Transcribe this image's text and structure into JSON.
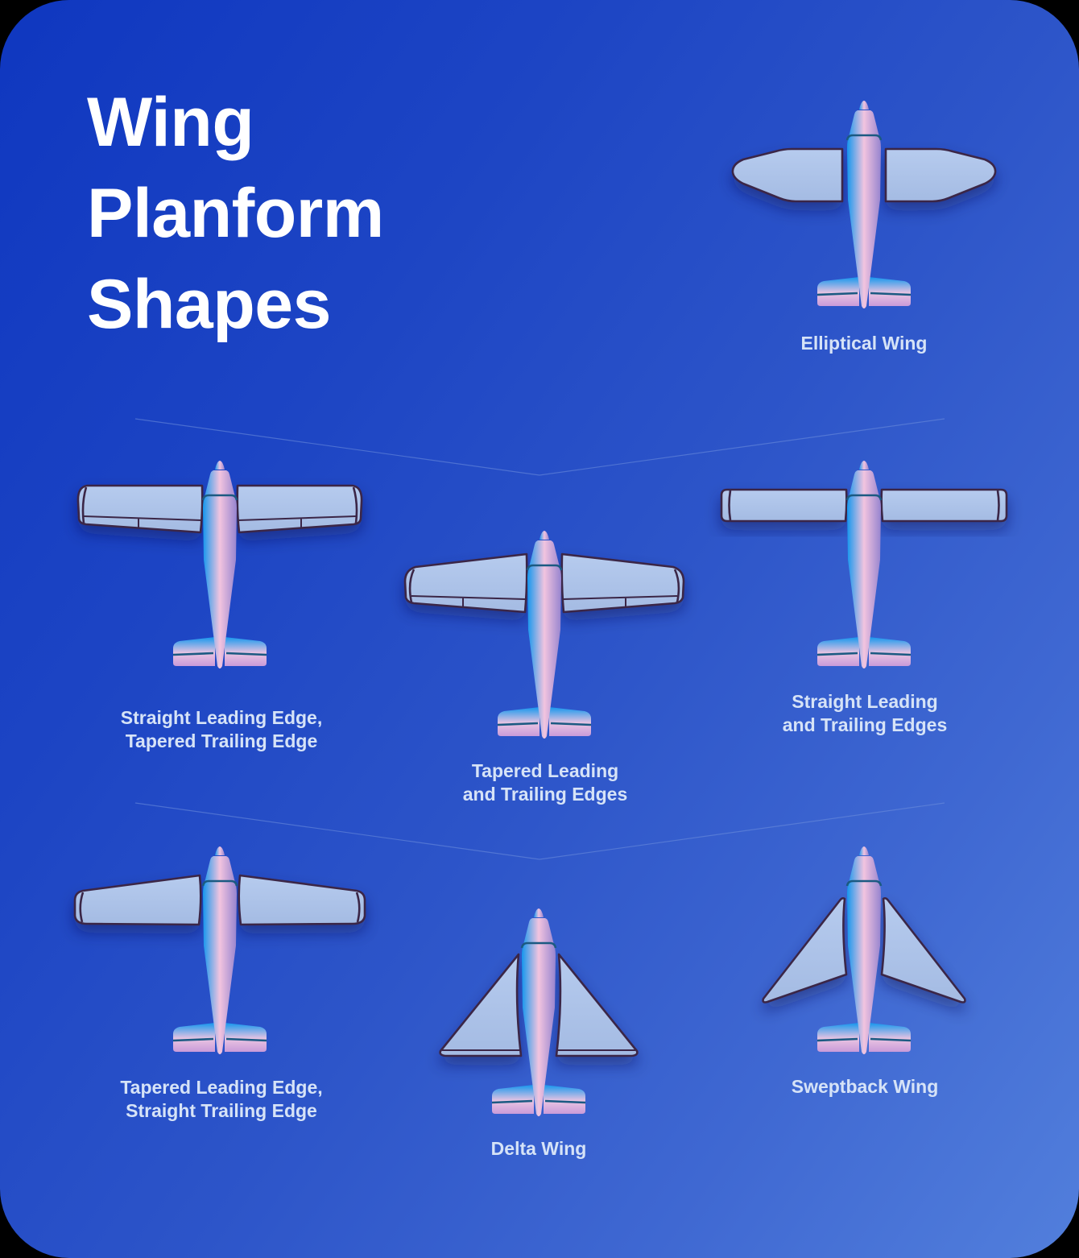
{
  "title": {
    "lines": [
      "Wing",
      "Planform",
      "Shapes"
    ]
  },
  "colors": {
    "background_start": "#0f37c0",
    "background_end": "#527fdc",
    "title": "#ffffff",
    "label": "#d6e3f7",
    "wing_fill": "#a9c0e6",
    "wing_outline": "#3a2746",
    "fuselage_blue": "#1597ee",
    "fuselage_pink": "#f2c4df",
    "fuselage_purple": "#9d86cf",
    "panel_line": "#1b5a82"
  },
  "planforms": [
    {
      "id": "elliptical",
      "name": "Elliptical Wing",
      "lines": [
        "Elliptical Wing"
      ]
    },
    {
      "id": "straight-le-tapered-te",
      "name": "Straight Leading Edge, Tapered Trailing Edge",
      "lines": [
        "Straight Leading Edge,",
        "Tapered Trailing Edge"
      ]
    },
    {
      "id": "tapered-le-te",
      "name": "Tapered Leading and Trailing Edges",
      "lines": [
        "Tapered Leading",
        "and Trailing Edges"
      ]
    },
    {
      "id": "straight-le-te",
      "name": "Straight Leading and Trailing Edges",
      "lines": [
        "Straight Leading",
        "and Trailing Edges"
      ]
    },
    {
      "id": "tapered-le-straight-te",
      "name": "Tapered Leading Edge, Straight Trailing Edge",
      "lines": [
        "Tapered Leading Edge,",
        "Straight Trailing Edge"
      ]
    },
    {
      "id": "delta",
      "name": "Delta Wing",
      "lines": [
        "Delta Wing"
      ]
    },
    {
      "id": "sweptback",
      "name": "Sweptback Wing",
      "lines": [
        "Sweptback Wing"
      ]
    }
  ]
}
